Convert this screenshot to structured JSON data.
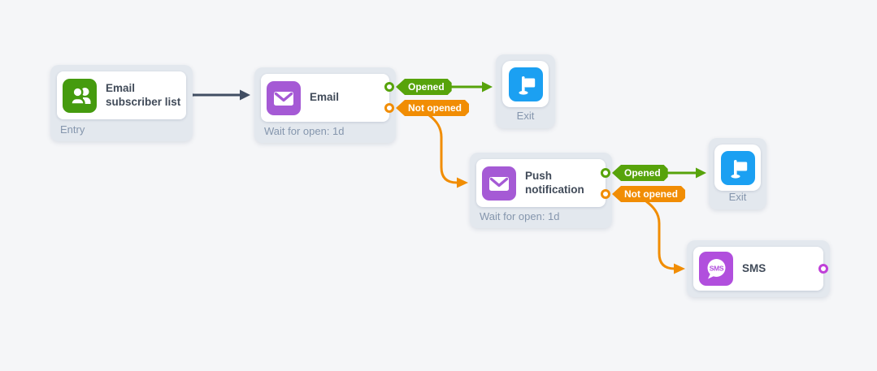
{
  "nodes": {
    "entry": {
      "title": "Email subscriber list",
      "tag": "Entry"
    },
    "email": {
      "title": "Email",
      "wait": "Wait for open: 1d"
    },
    "exit_top": {
      "label": "Exit"
    },
    "push": {
      "title": "Push notification",
      "wait": "Wait for open: 1d"
    },
    "exit_right": {
      "label": "Exit"
    },
    "sms": {
      "title": "SMS",
      "icon_label": "SMS"
    }
  },
  "badges": {
    "email_opened": "Opened",
    "email_not_opened": "Not opened",
    "push_opened": "Opened",
    "push_not_opened": "Not opened"
  },
  "colors": {
    "canvas_bg": "#f5f6f8",
    "node_shell": "#e3e8ee",
    "entry_icon_green": "#459b0e",
    "message_icon_purple": "#a55ad5",
    "sms_icon_purple": "#b14fdd",
    "exit_icon_blue": "#1ba0f2",
    "opened_green": "#57a30b",
    "not_opened_orange": "#f18d04",
    "entry_connector_dark": "#414e63",
    "sms_port_purple": "#bf3fd8",
    "title_text": "#414b59",
    "sub_text": "#8596ad"
  }
}
